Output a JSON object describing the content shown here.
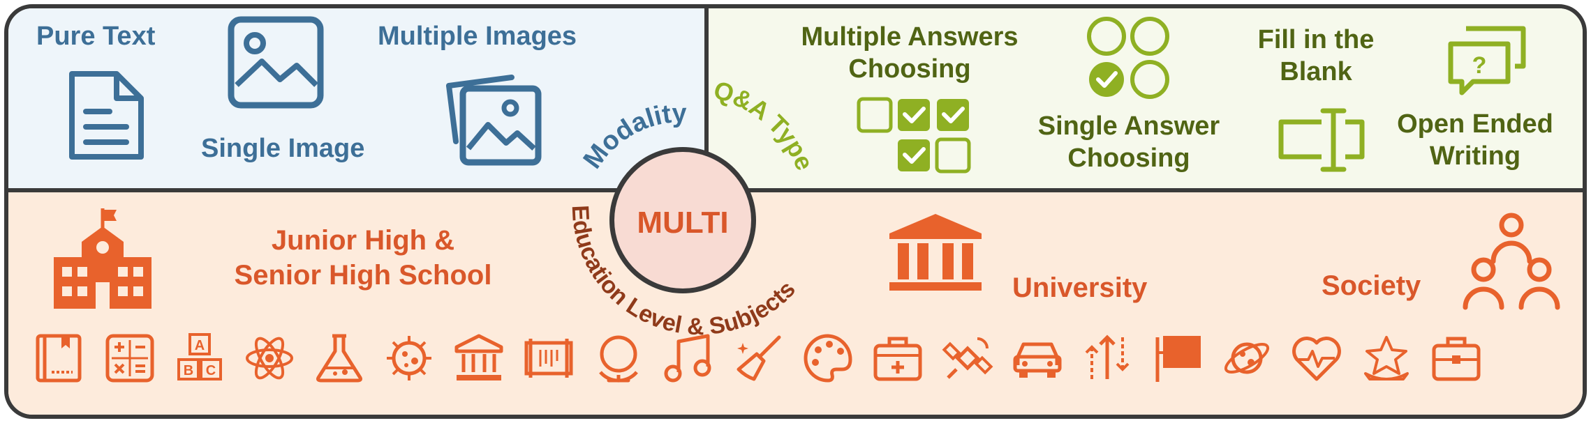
{
  "center": {
    "label": "MULTI"
  },
  "arcs": {
    "modality": "Modality",
    "qa_type": "Q&A Type",
    "education": "Education Level & Subjects"
  },
  "modality": {
    "pure_text": "Pure Text",
    "single_image": "Single Image",
    "multiple_images": "Multiple Images"
  },
  "qa": {
    "multiple_answers": [
      "Multiple Answers",
      "Choosing"
    ],
    "single_answer": [
      "Single Answer",
      "Choosing"
    ],
    "fill_blank": [
      "Fill in the",
      "Blank"
    ],
    "open_ended": [
      "Open Ended",
      "Writing"
    ]
  },
  "education": {
    "school": [
      "Junior High &",
      "Senior High School"
    ],
    "university": "University",
    "society": "Society"
  },
  "colors": {
    "blue": "#3d6f97",
    "green": "#8fb023",
    "dark_green": "#506414",
    "orange": "#e8622c",
    "dark_orange": "#d9572a",
    "border": "#3a3a3a"
  },
  "subject_icons": [
    "book-icon",
    "calculator-icon",
    "abc-blocks-icon",
    "atom-icon",
    "flask-icon",
    "virus-icon",
    "museum-icon",
    "scroll-icon",
    "globe-icon",
    "music-icon",
    "cleaning-icon",
    "palette-icon",
    "first-aid-icon",
    "satellite-icon",
    "car-icon",
    "arrows-icon",
    "blackboard-icon",
    "planet-icon",
    "heart-pulse-icon",
    "meditation-icon",
    "briefcase-icon"
  ]
}
